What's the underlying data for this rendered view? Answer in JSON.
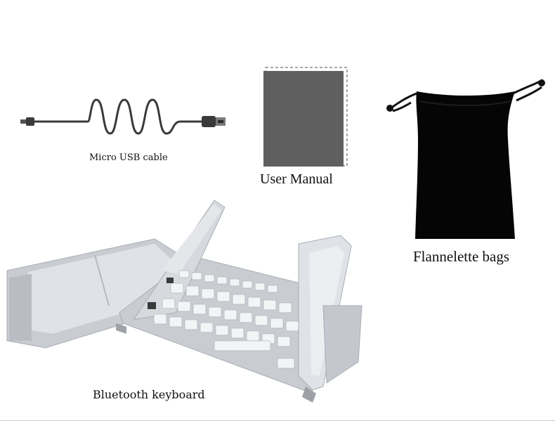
{
  "items": {
    "cable": {
      "label": "Micro USB cable"
    },
    "manual": {
      "label": "User Manual"
    },
    "bag": {
      "label": "Flannelette bags"
    },
    "keyboard": {
      "label": "Bluetooth keyboard"
    }
  },
  "colors": {
    "manual_fill": "#5f5f5f",
    "bag_fill": "#050505",
    "cable": "#3a3a3a",
    "keyboard_body": "#c9ccd1",
    "key_fill": "#f3f4f6"
  }
}
